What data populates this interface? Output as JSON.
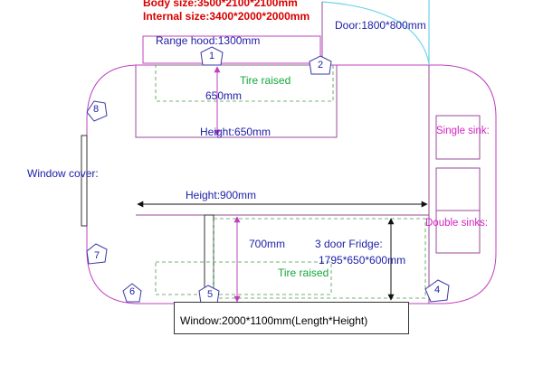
{
  "specs": {
    "body_size": "Body size:3500*2100*2100mm",
    "internal_size": "Internal size:3400*2000*2000mm"
  },
  "labels": {
    "door": "Door:1800*800mm",
    "range_hood": "Range hood:1300mm",
    "tire_raised_top": "Tire raised",
    "depth_650": "650mm",
    "height_650": "Height:650mm",
    "single_sink": "Single sink:",
    "window_cover": "Window cover:",
    "height_900": "Height:900mm",
    "double_sinks": "Double sinks:",
    "depth_700": "700mm",
    "fridge_title": "3 door Fridge:",
    "fridge_size": "1795*650*600mm",
    "tire_raised_bottom": "Tire raised",
    "window": "Window:2000*1100mm(Length*Height)"
  },
  "markers": [
    "1",
    "2",
    "4",
    "5",
    "6",
    "7",
    "8"
  ],
  "colors": {
    "outline": "#c040c0",
    "cabinet": "#9a4a9a",
    "dimension": "#222222",
    "door_arc": "#6fd3e8",
    "text_blue": "#1c1ca8",
    "text_red": "#d80000",
    "text_green": "#13a83a",
    "text_magenta": "#d424c0"
  }
}
